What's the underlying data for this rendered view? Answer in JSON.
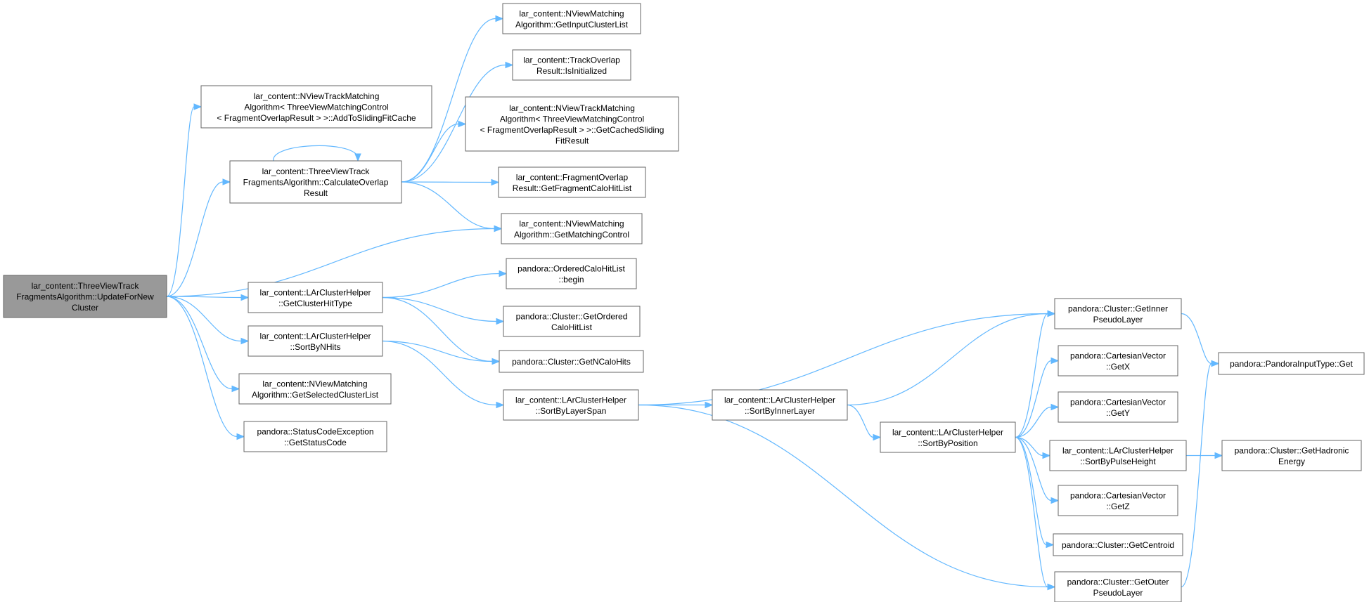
{
  "colors": {
    "edge": "#63b8ff",
    "node_border": "#666666",
    "root_fill": "#999999",
    "node_fill": "#ffffff"
  },
  "nodes": {
    "root": {
      "lines": [
        "lar_content::ThreeViewTrack",
        "FragmentsAlgorithm::UpdateForNew",
        "Cluster"
      ]
    },
    "addsliding": {
      "lines": [
        "lar_content::NViewTrackMatching",
        "Algorithm< ThreeViewMatchingControl",
        "< FragmentOverlapResult > >::AddToSlidingFitCache"
      ]
    },
    "calcoverlap": {
      "lines": [
        "lar_content::ThreeViewTrack",
        "FragmentsAlgorithm::CalculateOverlap",
        "Result"
      ]
    },
    "getinput": {
      "lines": [
        "lar_content::NViewMatching",
        "Algorithm::GetInputClusterList"
      ]
    },
    "isinit": {
      "lines": [
        "lar_content::TrackOverlap",
        "Result::IsInitialized"
      ]
    },
    "getcached": {
      "lines": [
        "lar_content::NViewTrackMatching",
        "Algorithm< ThreeViewMatchingControl",
        "< FragmentOverlapResult > >::GetCachedSliding",
        "FitResult"
      ]
    },
    "getfragment": {
      "lines": [
        "lar_content::FragmentOverlap",
        "Result::GetFragmentCaloHitList"
      ]
    },
    "getmatching": {
      "lines": [
        "lar_content::NViewMatching",
        "Algorithm::GetMatchingControl"
      ]
    },
    "gethittype": {
      "lines": [
        "lar_content::LArClusterHelper",
        "::GetClusterHitType"
      ]
    },
    "sortnhits": {
      "lines": [
        "lar_content::LArClusterHelper",
        "::SortByNHits"
      ]
    },
    "getselected": {
      "lines": [
        "lar_content::NViewMatching",
        "Algorithm::GetSelectedClusterList"
      ]
    },
    "getstatus": {
      "lines": [
        "pandora::StatusCodeException",
        "::GetStatusCode"
      ]
    },
    "begin": {
      "lines": [
        "pandora::OrderedCaloHitList",
        "::begin"
      ]
    },
    "getordered": {
      "lines": [
        "pandora::Cluster::GetOrdered",
        "CaloHitList"
      ]
    },
    "getncalo": {
      "lines": [
        "pandora::Cluster::GetNCaloHits"
      ]
    },
    "sortspan": {
      "lines": [
        "lar_content::LArClusterHelper",
        "::SortByLayerSpan"
      ]
    },
    "sortinner": {
      "lines": [
        "lar_content::LArClusterHelper",
        "::SortByInnerLayer"
      ]
    },
    "sortpos": {
      "lines": [
        "lar_content::LArClusterHelper",
        "::SortByPosition"
      ]
    },
    "getinner": {
      "lines": [
        "pandora::Cluster::GetInner",
        "PseudoLayer"
      ]
    },
    "getx": {
      "lines": [
        "pandora::CartesianVector",
        "::GetX"
      ]
    },
    "gety": {
      "lines": [
        "pandora::CartesianVector",
        "::GetY"
      ]
    },
    "sortpulse": {
      "lines": [
        "lar_content::LArClusterHelper",
        "::SortByPulseHeight"
      ]
    },
    "getz": {
      "lines": [
        "pandora::CartesianVector",
        "::GetZ"
      ]
    },
    "getcentroid": {
      "lines": [
        "pandora::Cluster::GetCentroid"
      ]
    },
    "getouter": {
      "lines": [
        "pandora::Cluster::GetOuter",
        "PseudoLayer"
      ]
    },
    "pandoraget": {
      "lines": [
        "pandora::PandoraInputType::Get"
      ]
    },
    "gethadronic": {
      "lines": [
        "pandora::Cluster::GetHadronic",
        "Energy"
      ]
    }
  },
  "edges": [
    [
      "root",
      "addsliding"
    ],
    [
      "root",
      "calcoverlap"
    ],
    [
      "root",
      "getmatching"
    ],
    [
      "root",
      "gethittype"
    ],
    [
      "root",
      "sortnhits"
    ],
    [
      "root",
      "getselected"
    ],
    [
      "root",
      "getstatus"
    ],
    [
      "calcoverlap",
      "calcoverlap"
    ],
    [
      "calcoverlap",
      "getinput"
    ],
    [
      "calcoverlap",
      "isinit"
    ],
    [
      "calcoverlap",
      "getcached"
    ],
    [
      "calcoverlap",
      "getfragment"
    ],
    [
      "calcoverlap",
      "getmatching"
    ],
    [
      "gethittype",
      "begin"
    ],
    [
      "gethittype",
      "getordered"
    ],
    [
      "gethittype",
      "getncalo"
    ],
    [
      "sortnhits",
      "getncalo"
    ],
    [
      "sortnhits",
      "sortspan"
    ],
    [
      "sortspan",
      "getinner"
    ],
    [
      "sortspan",
      "sortinner"
    ],
    [
      "sortspan",
      "getouter"
    ],
    [
      "sortinner",
      "getinner"
    ],
    [
      "sortinner",
      "sortpos"
    ],
    [
      "sortpos",
      "getinner"
    ],
    [
      "sortpos",
      "getx"
    ],
    [
      "sortpos",
      "gety"
    ],
    [
      "sortpos",
      "sortpulse"
    ],
    [
      "sortpos",
      "getz"
    ],
    [
      "sortpos",
      "getcentroid"
    ],
    [
      "sortpos",
      "getouter"
    ],
    [
      "getinner",
      "pandoraget"
    ],
    [
      "getouter",
      "pandoraget"
    ],
    [
      "sortpulse",
      "gethadronic"
    ]
  ]
}
